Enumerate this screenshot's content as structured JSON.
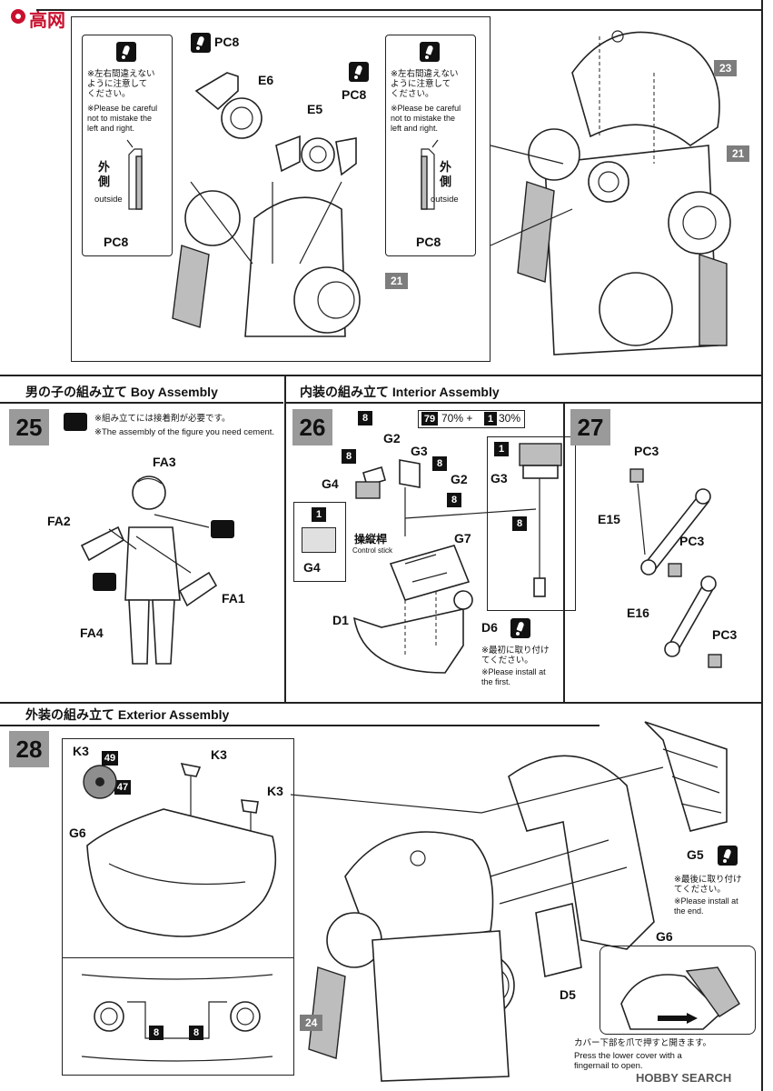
{
  "logo": {
    "text": "高网"
  },
  "step24": {
    "parts": {
      "pc8_a": "PC8",
      "e6": "E6",
      "e5": "E5",
      "pc8_b": "PC8",
      "ref23": "23",
      "ref21a": "21",
      "ref21b": "21"
    },
    "left_note": {
      "jp": "※左右間違えない\nように注意して\nください。",
      "en": "※Please be careful\nnot to mistake the\nleft and right.",
      "outside_jp": "外\n側",
      "outside_en": "outside",
      "part": "PC8"
    },
    "right_note": {
      "jp": "※左右間違えない\nように注意して\nください。",
      "en": "※Please be careful\nnot to mistake the\nleft and right.",
      "outside_jp": "外\n側",
      "outside_en": "outside",
      "part": "PC8"
    }
  },
  "step25": {
    "number": "25",
    "title": "男の子の組み立て  Boy Assembly",
    "note_jp": "※組み立てには接着剤が必要です。",
    "note_en": "※The assembly of the figure you need cement.",
    "parts": {
      "fa3": "FA3",
      "fa2": "FA2",
      "fa1": "FA1",
      "fa4": "FA4"
    }
  },
  "step26": {
    "number": "26",
    "title": "内装の組み立て  Interior Assembly",
    "color_mix": {
      "badge_a": "79",
      "pct_a": "70% +",
      "badge_b": "1",
      "pct_b": "30%"
    },
    "parts": {
      "g2a": "G2",
      "g3": "G3",
      "g4": "G4",
      "g2b": "G2",
      "g7": "G7",
      "d1": "D1",
      "d6": "D6",
      "g3_detail": "G3",
      "g4_detail": "G4"
    },
    "badges": {
      "b1": "8",
      "b2": "8",
      "b3": "8",
      "b4": "8",
      "b5": "1",
      "b6": "8",
      "b7": "1"
    },
    "control_stick_jp": "操縦桿",
    "control_stick_en": "Control stick",
    "d6_note_jp": "※最初に取り付け\nてください。",
    "d6_note_en": "※Please install at\nthe first."
  },
  "step27": {
    "number": "27",
    "parts": {
      "pc3a": "PC3",
      "e15": "E15",
      "pc3b": "PC3",
      "e16": "E16",
      "pc3c": "PC3"
    }
  },
  "step28": {
    "number": "28",
    "title": "外装の組み立て  Exterior Assembly",
    "parts": {
      "k3a": "K3",
      "k3b": "K3",
      "k3c": "K3",
      "g6a": "G6",
      "g5": "G5",
      "g6b": "G6",
      "d5": "D5",
      "ref24": "24"
    },
    "badges": {
      "b49": "49",
      "b47": "47",
      "b8a": "8",
      "b8b": "8"
    },
    "g5_note_jp": "※最後に取り付け\nてください。",
    "g5_note_en": "※Please install at\nthe end.",
    "cover_note_jp": "カバー下部を爪で押すと開きます。",
    "cover_note_en": "Press the lower cover with a\nfingernail to open."
  },
  "watermark": {
    "text": "HOBBY SEARCH"
  }
}
